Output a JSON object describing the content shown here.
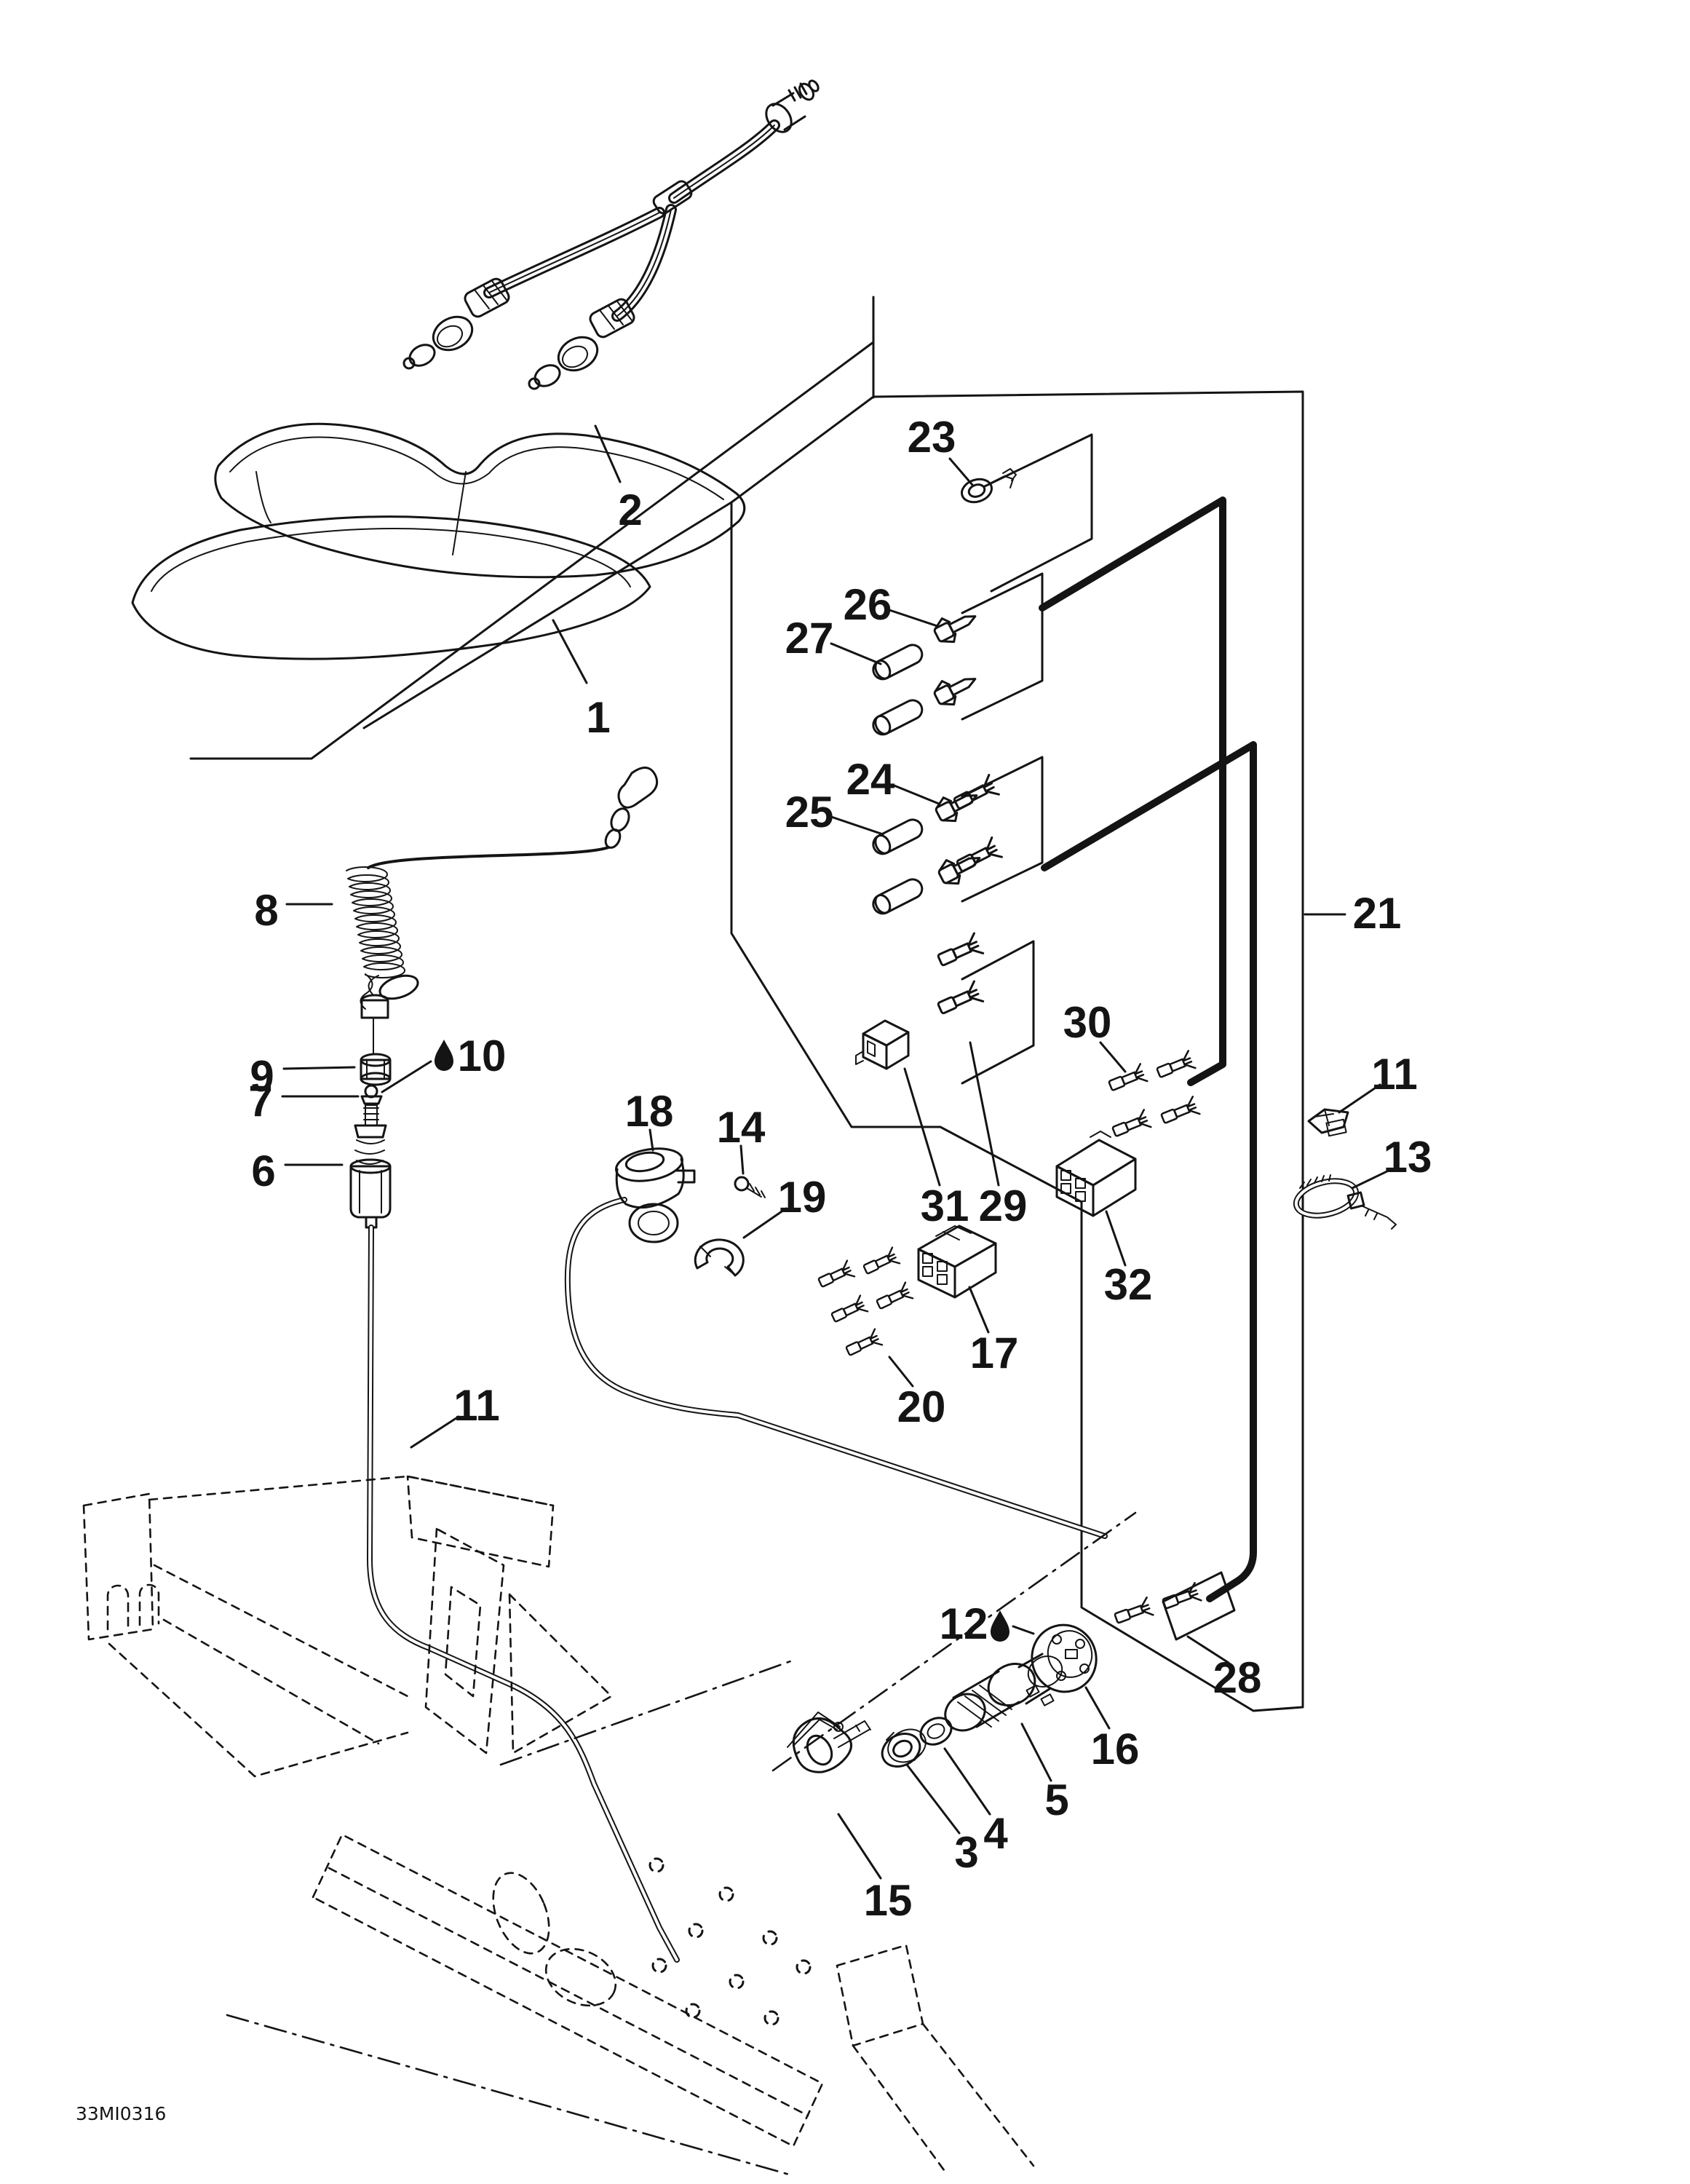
{
  "page": {
    "background": "#ffffff",
    "ink": "#141414",
    "kind": "exploded-parts-diagram"
  },
  "footer": {
    "code": "33MI0316"
  },
  "callouts": {
    "c1": {
      "label": "1"
    },
    "c2": {
      "label": "2"
    },
    "c3": {
      "label": "3"
    },
    "c4": {
      "label": "4"
    },
    "c5": {
      "label": "5"
    },
    "c6": {
      "label": "6"
    },
    "c7": {
      "label": "7"
    },
    "c8": {
      "label": "8"
    },
    "c9": {
      "label": "9"
    },
    "c10": {
      "label": "10"
    },
    "c11a": {
      "label": "11"
    },
    "c11b": {
      "label": "11"
    },
    "c12": {
      "label": "12"
    },
    "c13": {
      "label": "13"
    },
    "c14": {
      "label": "14"
    },
    "c15": {
      "label": "15"
    },
    "c16": {
      "label": "16"
    },
    "c17": {
      "label": "17"
    },
    "c18": {
      "label": "18"
    },
    "c19": {
      "label": "19"
    },
    "c20": {
      "label": "20"
    },
    "c21": {
      "label": "21"
    },
    "c23": {
      "label": "23"
    },
    "c24": {
      "label": "24"
    },
    "c25": {
      "label": "25"
    },
    "c26": {
      "label": "26"
    },
    "c27": {
      "label": "27"
    },
    "c28": {
      "label": "28"
    },
    "c29": {
      "label": "29"
    },
    "c30": {
      "label": "30"
    },
    "c31": {
      "label": "31"
    },
    "c32": {
      "label": "32"
    }
  }
}
